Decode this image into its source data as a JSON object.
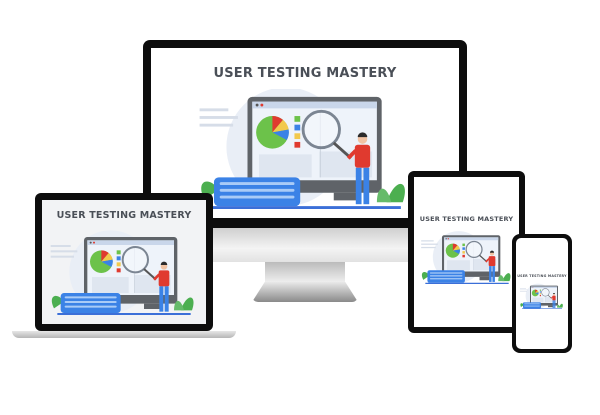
{
  "devices": {
    "monitor": {
      "title": "USER TESTING MASTERY"
    },
    "laptop": {
      "title": "USER TESTING MASTERY"
    },
    "tablet": {
      "title": "USER TESTING MASTERY"
    },
    "phone": {
      "title": "USER TESTING MASTERY"
    }
  },
  "colors": {
    "bezel": "#0d0d0d",
    "keyboard": "#3b82e6",
    "pie": "#6cc24a",
    "shirt": "#e03a2f",
    "plant": "#4caf50"
  }
}
